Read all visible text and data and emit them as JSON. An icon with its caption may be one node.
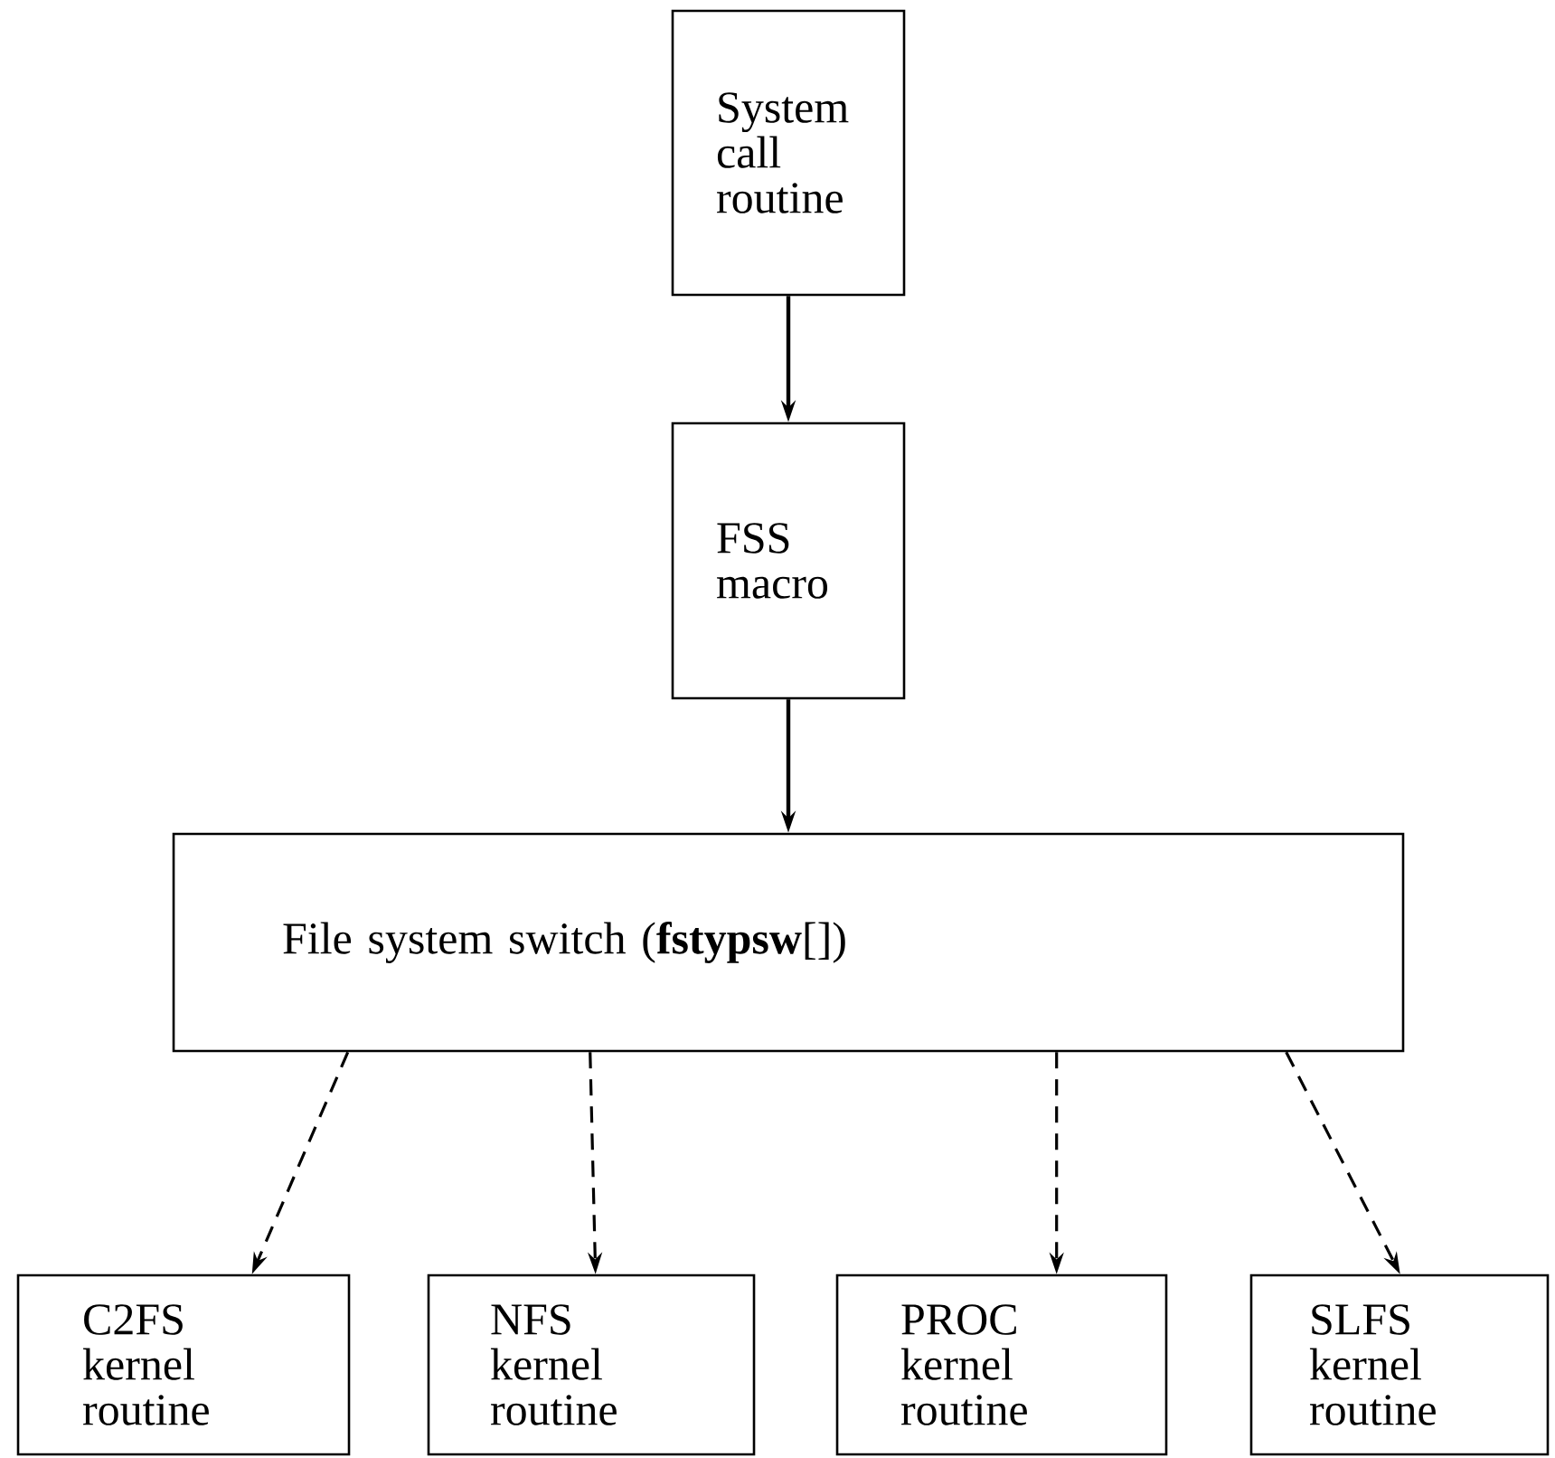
{
  "diagram": {
    "nodes": [
      {
        "text": [
          "System call routine"
        ]
      },
      {
        "text": [
          "FSS macro"
        ]
      },
      {
        "text": [
          "File system switch (**fstypsw**[])"
        ]
      },
      {
        "text": [
          "C2FS kernel routine"
        ]
      },
      {
        "text": [
          "NFS kernel routine"
        ]
      },
      {
        "text": [
          "PROC kernel routine"
        ]
      },
      {
        "text": [
          "SLFS kernel routine"
        ]
      }
    ],
    "edges": [
      {
        "from": 0,
        "to": 1,
        "arrow": "to"
      },
      {
        "from": 1,
        "to": 2,
        "arrow": "to"
      },
      {
        "from": 2,
        "to": 3,
        "arrow": "to",
        "style": "dashed"
      },
      {
        "from": 2,
        "to": 4,
        "arrow": "to",
        "style": "dashed"
      },
      {
        "from": 2,
        "to": 5,
        "arrow": "to",
        "style": "dashed"
      },
      {
        "from": 2,
        "to": 6,
        "arrow": "to",
        "style": "dashed"
      }
    ]
  }
}
